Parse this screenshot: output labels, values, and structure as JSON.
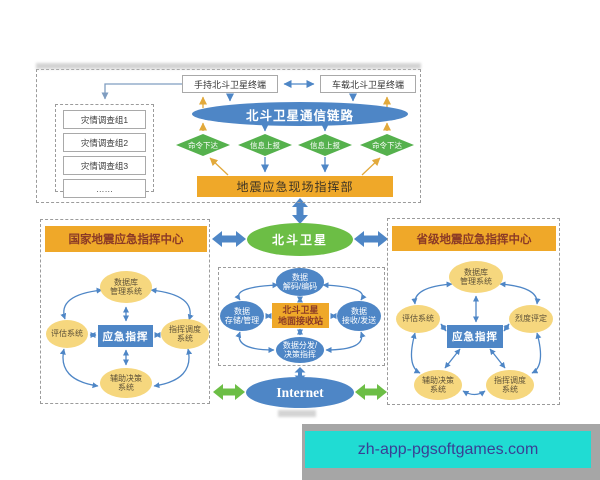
{
  "colors": {
    "amber": "#EFA829",
    "blue": "#4E86C6",
    "green": "#6CBE45",
    "diamond_green": "#55B14D",
    "gold_ellipse": "#F6D77E",
    "gold_arrow": "#E2A93B",
    "banner_cyan": "#20DCD3",
    "banner_text": "#3A3F94",
    "header_text": "#8B3A26"
  },
  "top": {
    "survey_groups": [
      "灾情调查组1",
      "灾情调查组2",
      "灾情调查组3",
      "……"
    ],
    "handheld_terminal": "手持北斗卫星终端",
    "vehicle_terminal": "车载北斗卫星终端",
    "comm_link": "北斗卫星通信链路",
    "flows": [
      "命令下达",
      "信息上报",
      "信息上报",
      "命令下达"
    ],
    "field_hq": "地震应急现场指挥部"
  },
  "national": {
    "title": "国家地震应急指挥中心",
    "center": "应急指挥",
    "db": {
      "l1": "数据库",
      "l2": "管理系统"
    },
    "eval": {
      "l1": "评估系统",
      "l2": ""
    },
    "dispatch": {
      "l1": "指挥调度",
      "l2": "系统"
    },
    "decision": {
      "l1": "辅助决策",
      "l2": "系统"
    }
  },
  "hub": {
    "satellite": "北斗卫星",
    "station": {
      "l1": "北斗卫星",
      "l2": "地面接收站"
    },
    "decode": {
      "l1": "数据",
      "l2": "解码/编码"
    },
    "storage": {
      "l1": "数据",
      "l2": "存储/管理"
    },
    "transceive": {
      "l1": "数据",
      "l2": "接收/发送"
    },
    "distribute": {
      "l1": "数据分发/",
      "l2": "决策指挥"
    },
    "internet": "Internet"
  },
  "provincial": {
    "title": "省级地震应急指挥中心",
    "center": "应急指挥",
    "db": {
      "l1": "数据库",
      "l2": "管理系统"
    },
    "eval": {
      "l1": "评估系统",
      "l2": ""
    },
    "intensity": {
      "l1": "烈度评定",
      "l2": ""
    },
    "decision": {
      "l1": "辅助决策",
      "l2": "系统"
    },
    "dispatch": {
      "l1": "指挥调度",
      "l2": "系统"
    }
  },
  "banner": {
    "url": "zh-app-pgsoftgames.com"
  }
}
